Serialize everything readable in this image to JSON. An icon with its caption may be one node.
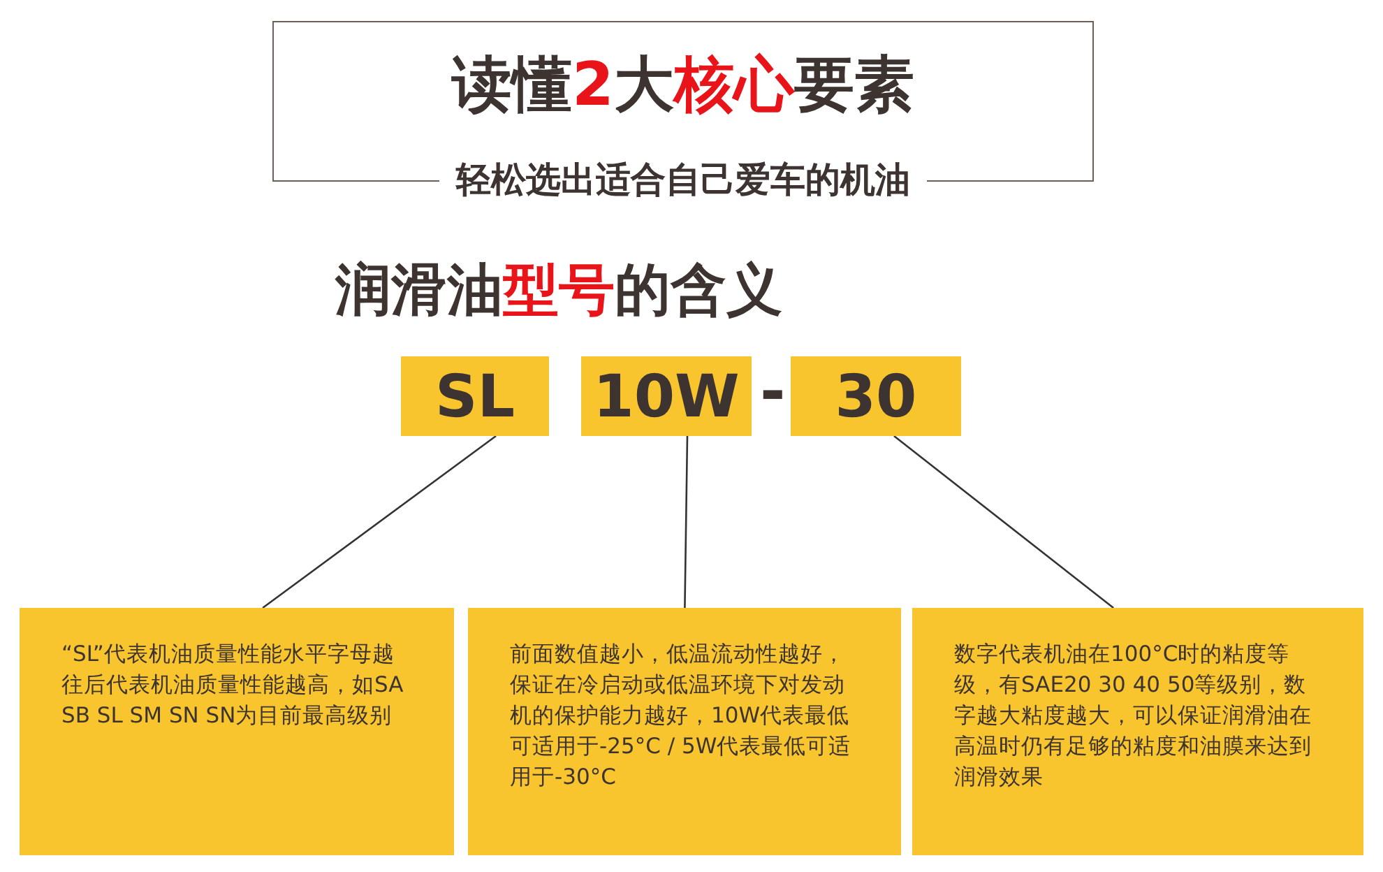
{
  "diagram": {
    "nodes": [
      {
        "text": [
          "读懂**2**大**核心**要素",
          "轻松选出适合自己爱车的机油"
        ]
      },
      {
        "text": [
          "SL"
        ]
      },
      {
        "text": [
          "10W"
        ]
      },
      {
        "text": [
          "30"
        ]
      },
      {
        "text": [
          "“SL”代表机油质量性能水平字母越往后代表机油质量性能越高，如SA SB SL SM SN SN为目前最高级别"
        ]
      },
      {
        "text": [
          "前面数值越小，低温流动性越好，保证在冷启动或低温环境下对发动机的保护能力越好，10W代表最低可适用于-25°C / 5W代表最低可适用于-30°C"
        ]
      },
      {
        "text": [
          "数字代表机油在100°C时的粘度等级，有SAE20 30 40 50等级别，数字越大粘度越大，可以保证润滑油在高温时仍有足够的粘度和油膜来达到润滑效果"
        ]
      }
    ],
    "edges": [
      {
        "from": 1,
        "to": 4,
        "arrow": "none"
      },
      {
        "from": 2,
        "to": 5,
        "arrow": "none"
      },
      {
        "from": 3,
        "to": 6,
        "arrow": "none"
      }
    ],
    "labels": [
      "润滑油**型号**的含义",
      "-"
    ]
  }
}
